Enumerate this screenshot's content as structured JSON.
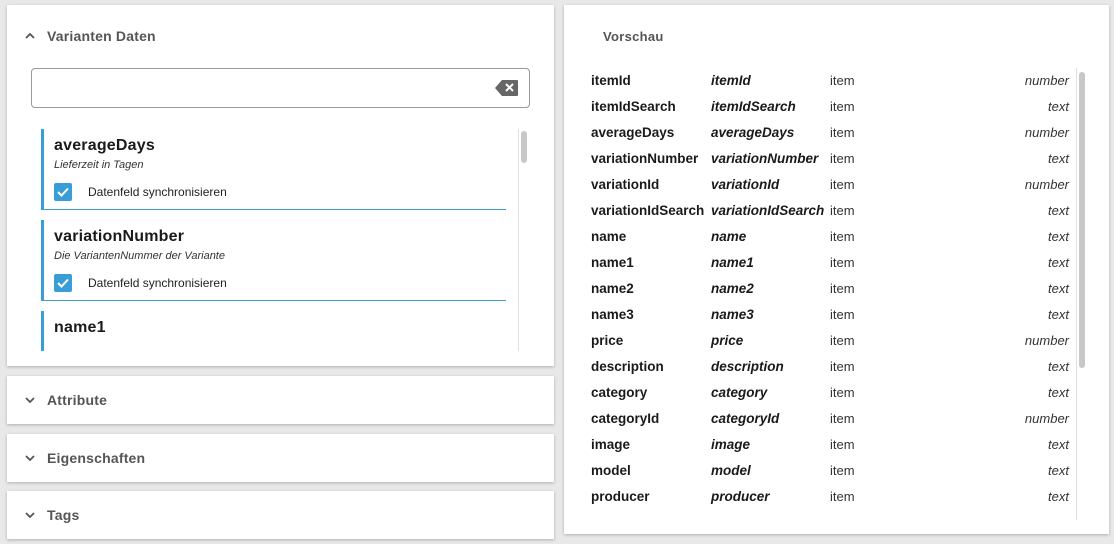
{
  "variants": {
    "title": "Varianten Daten",
    "search": {
      "value": "",
      "placeholder": ""
    },
    "fields": [
      {
        "name": "averageDays",
        "description": "Lieferzeit in Tagen",
        "sync_label": "Datenfeld synchronisieren",
        "synced": true
      },
      {
        "name": "variationNumber",
        "description": "Die VariantenNummer der Variante",
        "sync_label": "Datenfeld synchronisieren",
        "synced": true
      },
      {
        "name": "name1",
        "description": "",
        "sync_label": "",
        "synced": false
      }
    ]
  },
  "accordions": {
    "attribute": "Attribute",
    "eigenschaften": "Eigenschaften",
    "tags": "Tags"
  },
  "preview": {
    "title": "Vorschau",
    "rows": [
      {
        "key": "itemId",
        "alias": "itemId",
        "source": "item",
        "type": "number"
      },
      {
        "key": "itemIdSearch",
        "alias": "itemIdSearch",
        "source": "item",
        "type": "text"
      },
      {
        "key": "averageDays",
        "alias": "averageDays",
        "source": "item",
        "type": "number"
      },
      {
        "key": "variationNumber",
        "alias": "variationNumber",
        "source": "item",
        "type": "text"
      },
      {
        "key": "variationId",
        "alias": "variationId",
        "source": "item",
        "type": "number"
      },
      {
        "key": "variationIdSearch",
        "alias": "variationIdSearch",
        "source": "item",
        "type": "text"
      },
      {
        "key": "name",
        "alias": "name",
        "source": "item",
        "type": "text"
      },
      {
        "key": "name1",
        "alias": "name1",
        "source": "item",
        "type": "text"
      },
      {
        "key": "name2",
        "alias": "name2",
        "source": "item",
        "type": "text"
      },
      {
        "key": "name3",
        "alias": "name3",
        "source": "item",
        "type": "text"
      },
      {
        "key": "price",
        "alias": "price",
        "source": "item",
        "type": "number"
      },
      {
        "key": "description",
        "alias": "description",
        "source": "item",
        "type": "text"
      },
      {
        "key": "category",
        "alias": "category",
        "source": "item",
        "type": "text"
      },
      {
        "key": "categoryId",
        "alias": "categoryId",
        "source": "item",
        "type": "number"
      },
      {
        "key": "image",
        "alias": "image",
        "source": "item",
        "type": "text"
      },
      {
        "key": "model",
        "alias": "model",
        "source": "item",
        "type": "text"
      },
      {
        "key": "producer",
        "alias": "producer",
        "source": "item",
        "type": "text"
      }
    ]
  },
  "colors": {
    "accent": "#3a9ed6",
    "header_text": "#555555"
  },
  "icons": {
    "collapse": "chevron-up-icon",
    "expand": "chevron-down-icon",
    "clear": "backspace-clear-icon",
    "check": "check-icon"
  }
}
